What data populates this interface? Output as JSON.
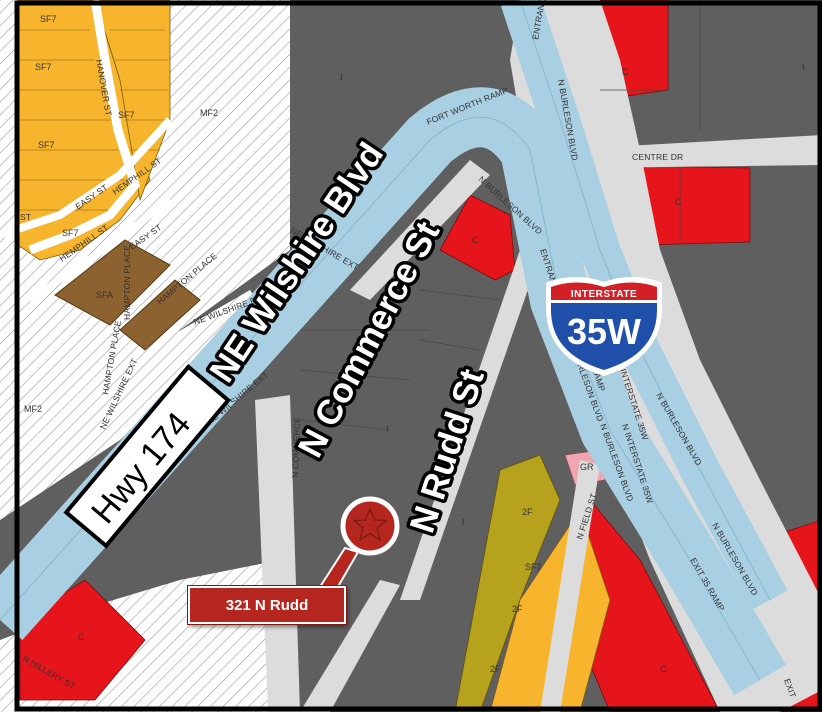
{
  "colors": {
    "industrial": "#5f5f5f",
    "commercial": "#e6141b",
    "single_family": "#f7b52d",
    "two_family": "#b6a21c",
    "multi_family": "#ffffff",
    "townhouse": "#8d6231",
    "garden_office": "#f0a6b0",
    "highway_band": "#a9cfe2",
    "street": "#dcdcdc",
    "marker": "#b5261e",
    "shield_blue": "#1f4fa8",
    "shield_red": "#d32027"
  },
  "highway_shield": {
    "icon": "interstate-shield-icon",
    "top_label": "INTERSTATE",
    "number": "35W"
  },
  "hwy_sign": {
    "label": "Hwy 174"
  },
  "major_roads": {
    "wilshire": "NE Wilshire Blvd",
    "commerce": "N Commerce St",
    "rudd": "N Rudd St"
  },
  "street_labels": {
    "hanover": "HANOVER ST",
    "easy_top": "EASY ST",
    "hemphill_top": "HEMPHILL ST",
    "easy_mid": "EASY ST",
    "hemphill_mid": "HEMPHILL ST",
    "st_stub": "ST",
    "hampton_a": "HAMPTON PLACE",
    "hampton_b": "HAMPTON PLACE",
    "hampton_c": "HAMPTON PLACE",
    "ne_wilshire_a": "NE WILSHIRE BLVD",
    "ne_wilshire_b": "NE WILSHIRE EXT",
    "ne_wilshire_c": "NE WILSHIRE EXT",
    "ne_wilshire_d": "NE WILSHIRE EXT",
    "n_commerce_small": "N COMMERCE",
    "n_burleson_top": "N BURLESON BLVD",
    "n_burleson_diag": "N BURLESON BLVD",
    "n_burleson_mid": "N BURLESON BLVD",
    "n_burleson_ramp": "N BURLESON BLVD",
    "n_burleson_right": "N BURLESON BLVD",
    "n_burleson_far": "N BURLESON BLVD",
    "fort_worth_ramp": "FORT WORTH RAMP",
    "centre_dr": "CENTRE DR",
    "entrance": "ENTRANCE",
    "entrance_ramp": "ENTRANCE RAMP",
    "interstate_ramp": "INTERSTATE 35W",
    "interstate_35w": "N INTERSTATE 35W",
    "ramp": "RAMP",
    "n_field": "N FIELD ST",
    "n_hillery": "N HILLERY ST",
    "exit_ramp": "EXIT 35 RAMP",
    "exit": "EXIT"
  },
  "zoning_labels": {
    "sf7_a": "SF7",
    "sf7_b": "SF7",
    "sf7_c": "SF7",
    "sf7_d": "SF7",
    "sf7_e": "SF7",
    "mf2_a": "MF2",
    "mf2_b": "MF2",
    "sfa": "SFA",
    "i_a": "I",
    "i_b": "I",
    "i_c": "I",
    "i_d": "I",
    "c_a": "C",
    "c_b": "C",
    "c_c": "C",
    "c_d": "C",
    "c_e": "C",
    "gr": "GR",
    "twof_a": "2F",
    "twof_b": "2F",
    "twof_c": "2F",
    "sf7_f": "SF7"
  },
  "marker": {
    "icon": "star-marker-icon",
    "address": "321 N Rudd"
  }
}
